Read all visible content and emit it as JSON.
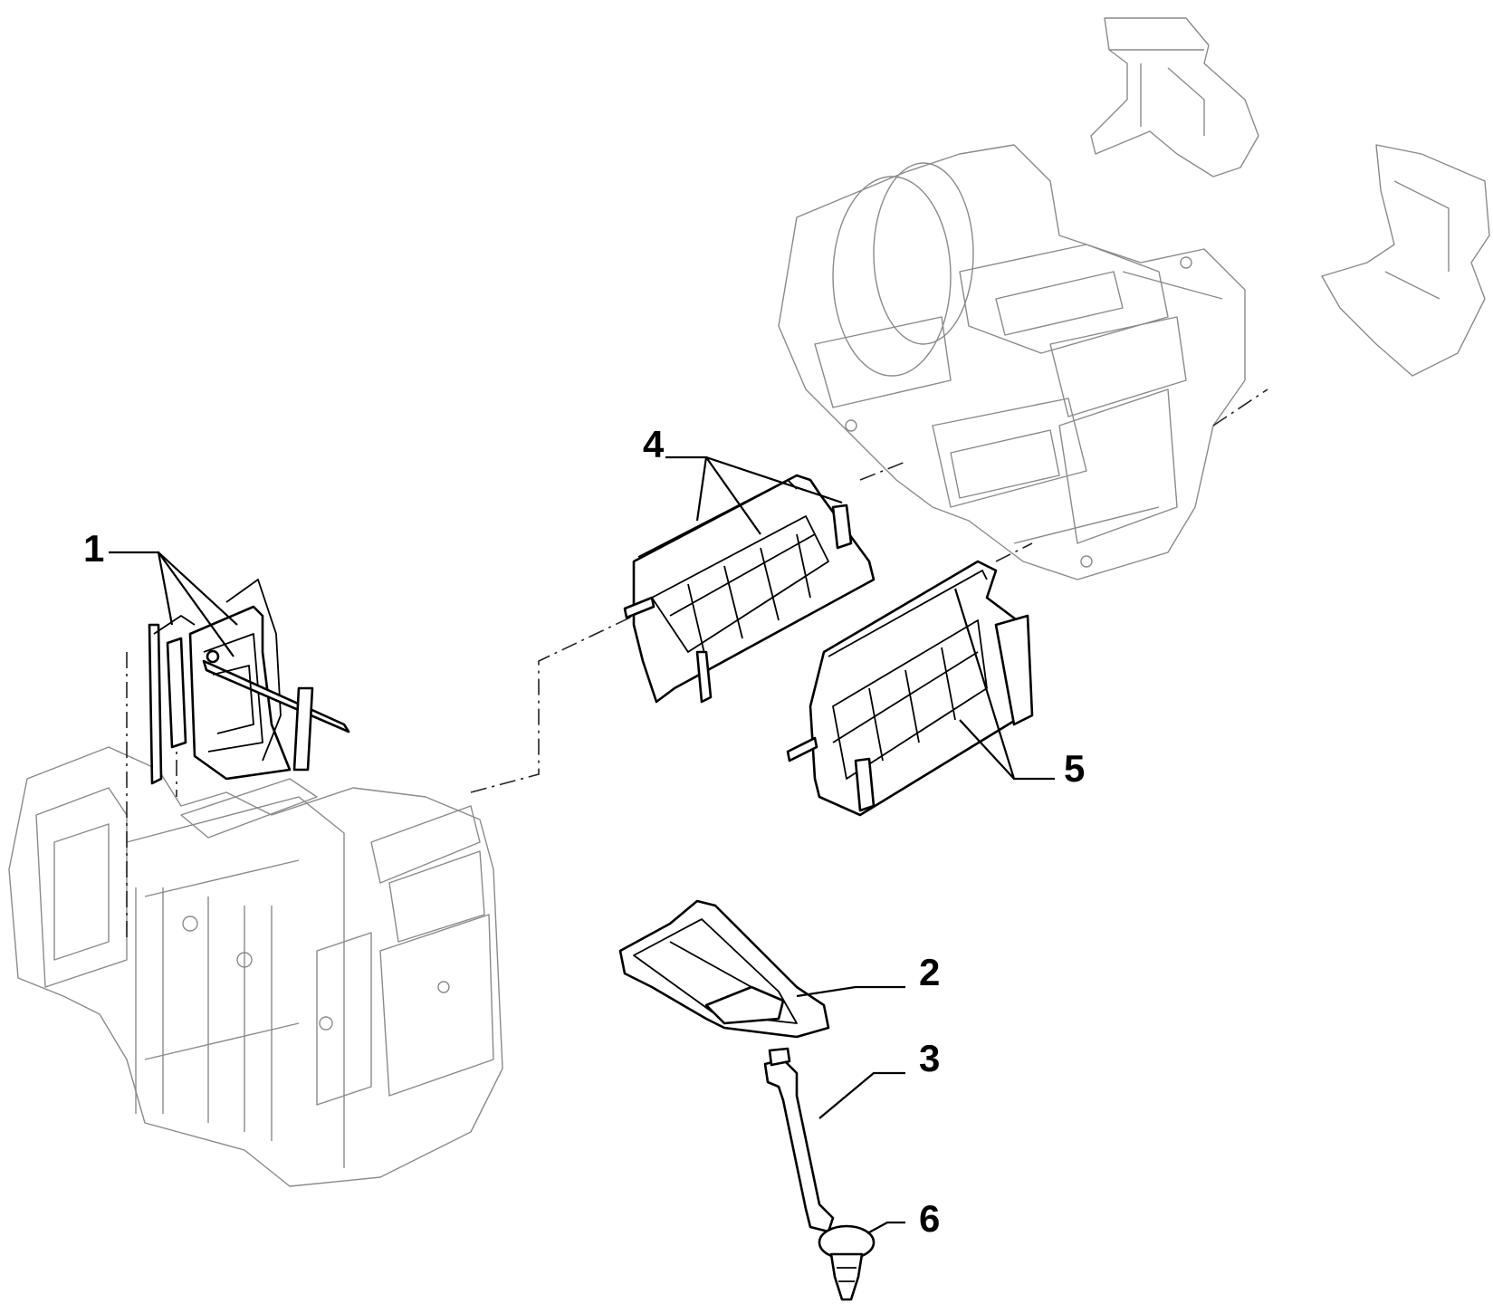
{
  "callouts": [
    {
      "id": "1",
      "label": "1"
    },
    {
      "id": "2",
      "label": "2"
    },
    {
      "id": "3",
      "label": "3"
    },
    {
      "id": "4",
      "label": "4"
    },
    {
      "id": "5",
      "label": "5"
    },
    {
      "id": "6",
      "label": "6"
    }
  ],
  "colors": {
    "line": "#000000",
    "ghost": "#8a8a8a",
    "background": "#ffffff"
  }
}
